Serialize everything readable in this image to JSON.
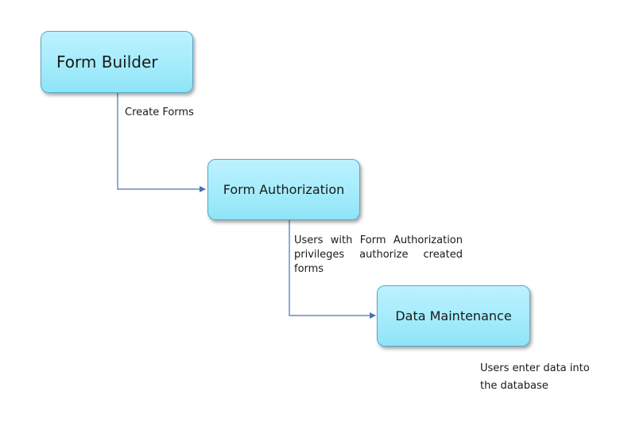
{
  "nodes": {
    "form_builder": "Form Builder",
    "form_authorization": "Form Authorization",
    "data_maintenance": "Data Maintenance"
  },
  "edges": {
    "create_forms": "Create Forms",
    "authorize_forms": "Users with Form Authorization privileges authorize created forms"
  },
  "notes": {
    "enter_data": "Users enter data into the database"
  },
  "colors": {
    "node_fill": "#a4ecfb",
    "node_border": "#5aa6c9",
    "connector": "#4a70b8"
  }
}
